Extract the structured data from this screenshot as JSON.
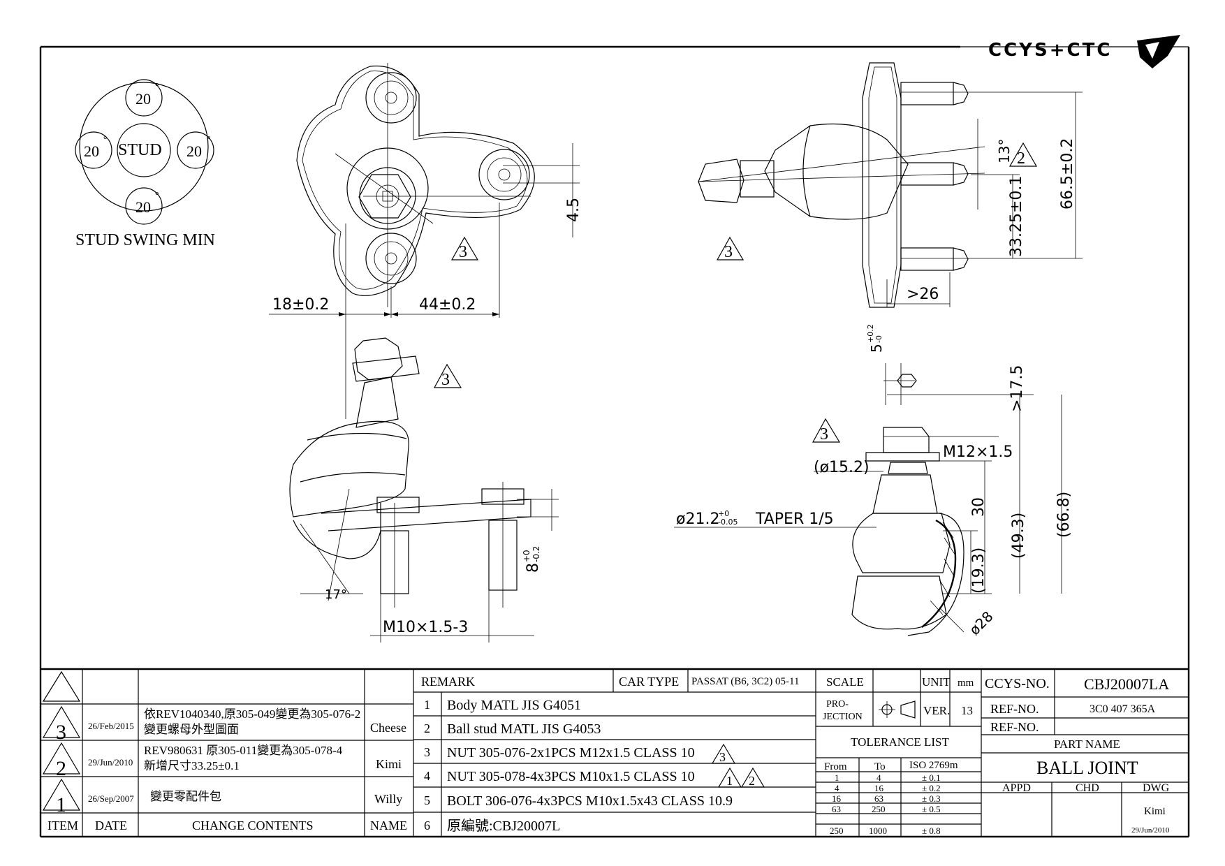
{
  "brand": {
    "logo_text": "CCYS+CTC"
  },
  "stud_swing": {
    "center_label": "STUD",
    "angles": [
      "20",
      "20",
      "20",
      "20"
    ],
    "degree_mark": "°",
    "caption": "STUD SWING MIN"
  },
  "dimensions": {
    "d1": "18±0.2",
    "d2": "44±0.2",
    "d3": "4.5",
    "d4": "17°",
    "d5": "M10×1.5-3",
    "d6": "8",
    "d6_tol_upper": "+0",
    "d6_tol_lower": "-0.2",
    "d7": "13°",
    "d8": "66.5±0.2",
    "d9": "33.25±0.1",
    "d10": ">26",
    "d11": "5",
    "d11_tol_upper": "+0.2",
    "d11_tol_lower": "-0",
    "d12": ">17.5",
    "d13": "M12×1.5",
    "d14": "(ø15.2)",
    "d15": "ø21.2",
    "d15_tol_upper": "+0",
    "d15_tol_lower": "-0.05",
    "d15_suffix": "TAPER 1/5",
    "d16": "30",
    "d17": "(49.3)",
    "d18": "(66.8)",
    "d19": "(19.3)",
    "d20": "ø28"
  },
  "rev_flags": {
    "r3": "3",
    "r2": "2",
    "r1": "1"
  },
  "revision_table": {
    "headers": {
      "item": "ITEM",
      "date": "DATE",
      "change": "CHANGE CONTENTS",
      "name": "NAME"
    },
    "rows": [
      {
        "item": "3",
        "date": "26/Feb/2015",
        "change_l1": "依REV1040340,原305-049變更為305-076-2",
        "change_l2": "變更螺母外型圖面",
        "name": "Cheese"
      },
      {
        "item": "2",
        "date": "29/Jun/2010",
        "change_l1": "REV980631 原305-011變更為305-078-4",
        "change_l2": "新增尺寸33.25±0.1",
        "name": "Kimi"
      },
      {
        "item": "1",
        "date": "26/Sep/2007",
        "change_l1": "變更零配件包",
        "change_l2": "",
        "name": "Willy"
      }
    ]
  },
  "remark_table": {
    "remark_label": "REMARK",
    "car_type_label": "CAR TYPE",
    "car_type_value": "PASSAT (B6, 3C2) 05-11",
    "rows": [
      {
        "n": "1",
        "text": "Body MATL JIS G4051"
      },
      {
        "n": "2",
        "text": "Ball stud MATL JIS G4053"
      },
      {
        "n": "3",
        "text": "NUT 305-076-2x1PCS M12x1.5 CLASS 10"
      },
      {
        "n": "4",
        "text": "NUT 305-078-4x3PCS M10x1.5 CLASS 10"
      },
      {
        "n": "5",
        "text": "BOLT 306-076-4x3PCS M10x1.5x43 CLASS 10.9"
      },
      {
        "n": "6",
        "text": "原編號:CBJ20007L"
      }
    ]
  },
  "info_block": {
    "scale_label": "SCALE",
    "unit_label": "UNIT",
    "unit_value": "mm",
    "projection_label_1": "PRO-",
    "projection_label_2": "JECTION",
    "ver_label": "VER.",
    "ver_value": "13",
    "tolerance_title": "TOLERANCE LIST",
    "tolerance_headers": [
      "From",
      "To",
      "ISO 2769m"
    ],
    "tolerance_rows": [
      [
        "1",
        "4",
        "± 0.1"
      ],
      [
        "4",
        "16",
        "± 0.2"
      ],
      [
        "16",
        "63",
        "± 0.3"
      ],
      [
        "63",
        "250",
        "± 0.5"
      ],
      [
        "250",
        "1000",
        "± 0.8"
      ]
    ]
  },
  "title_block": {
    "ccys_no_label": "CCYS-NO.",
    "ccys_no_value": "CBJ20007LA",
    "ref_no_label": "REF-NO.",
    "ref_no_value": "3C0 407 365A",
    "ref_no_label_2": "REF-NO.",
    "part_name_label": "PART NAME",
    "part_name_value": "BALL JOINT",
    "appd_label": "APPD",
    "chd_label": "CHD",
    "dwg_label": "DWG",
    "dwg_name": "Kimi",
    "dwg_date": "29/Jun/2010"
  }
}
